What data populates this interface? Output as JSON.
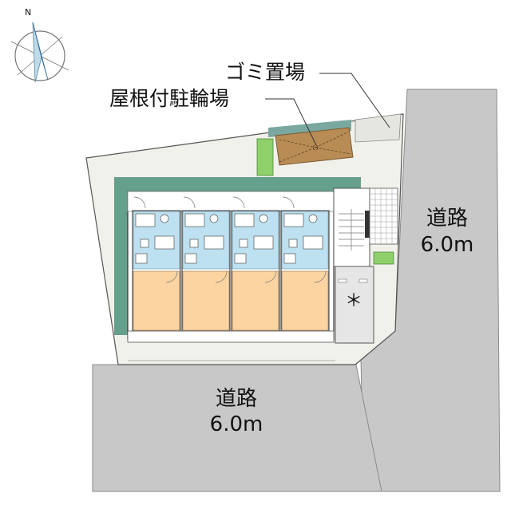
{
  "compass": {
    "north_label": "N"
  },
  "callouts": {
    "garbage": "ゴミ置場",
    "bike_parking": "屋根付駐輪場"
  },
  "roads": {
    "east": {
      "name": "道路",
      "width": "6.0m"
    },
    "south": {
      "name": "道路",
      "width": "6.0m"
    }
  },
  "parking_mark": "＊",
  "units": {
    "count": 4
  },
  "colors": {
    "road": "#c8c8c8",
    "lot": "#f1f1ec",
    "building_shadow": "#64a08c",
    "unit_wet_area": "#bde1f0",
    "unit_room": "#fbd4a1",
    "planting": "#8fd06a",
    "bike_roof": "#b98c55"
  }
}
